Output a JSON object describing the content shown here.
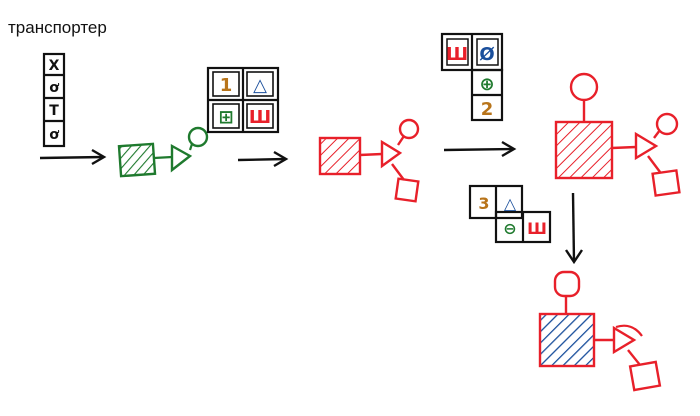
{
  "title": "транспортер",
  "colors": {
    "ink": "#111111",
    "green": "#1f7a2e",
    "red": "#e8202a",
    "blue": "#1a4f9c",
    "brown": "#b8741a"
  },
  "strip_symbols": [
    "X",
    "ơ",
    "T",
    "ơ"
  ],
  "grid_symbols": [
    "1",
    "△",
    "⊞",
    "Ш"
  ],
  "red_cluster_symbols": [
    "Ш",
    "Ø",
    "⊕",
    "2"
  ],
  "bottom_cluster_symbols": [
    "3",
    "△",
    "⊖",
    "Ш"
  ]
}
